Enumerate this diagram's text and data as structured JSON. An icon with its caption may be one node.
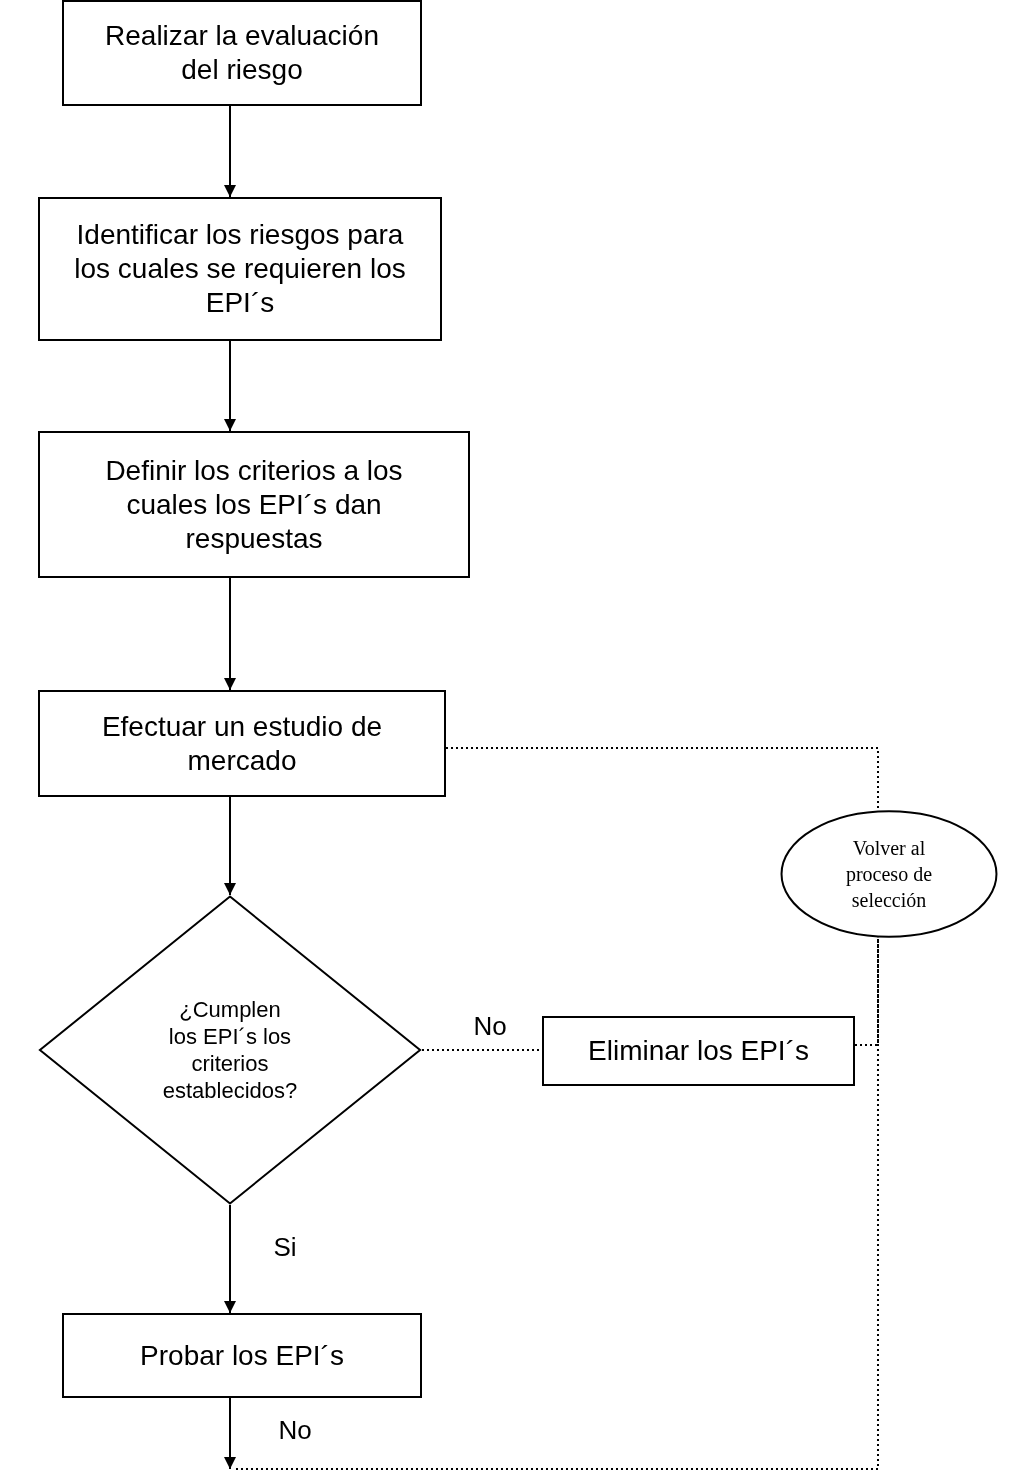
{
  "diagram": {
    "nodes": [
      {
        "text": [
          "Realizar la evaluación del riesgo"
        ]
      },
      {
        "text": [
          "Identificar los riesgos para los cuales se requieren los EPI´s"
        ]
      },
      {
        "text": [
          "Definir los criterios a los cuales los EPI´s dan respuestas"
        ]
      },
      {
        "text": [
          "Efectuar un estudio de mercado"
        ]
      },
      {
        "text": [
          "¿Cumplen los EPI´s los criterios establecidos?"
        ]
      },
      {
        "text": [
          "Eliminar los EPI´s"
        ]
      },
      {
        "text": [
          "Volver al proceso de selección"
        ]
      },
      {
        "text": [
          "Probar los EPI´s"
        ]
      }
    ],
    "edges": [
      {
        "from": 0,
        "to": 1,
        "arrow": "to"
      },
      {
        "from": 1,
        "to": 2,
        "arrow": "to"
      },
      {
        "from": 2,
        "to": 3,
        "arrow": "to"
      },
      {
        "from": 3,
        "to": 4,
        "arrow": "to"
      },
      {
        "from": 4,
        "to": 7,
        "arrow": "to",
        "label": "Si"
      },
      {
        "from": 4,
        "to": 5,
        "arrow": "none",
        "style": "dashed",
        "label": "No"
      },
      {
        "from": 3,
        "to": 6,
        "arrow": "none",
        "style": "dashed"
      },
      {
        "from": 5,
        "to": 6,
        "arrow": "none",
        "style": "dashed"
      },
      {
        "from": 7,
        "to": null,
        "arrow": "to",
        "label": "No"
      },
      {
        "from": null,
        "to": 6,
        "arrow": "none",
        "style": "dashed"
      }
    ]
  }
}
